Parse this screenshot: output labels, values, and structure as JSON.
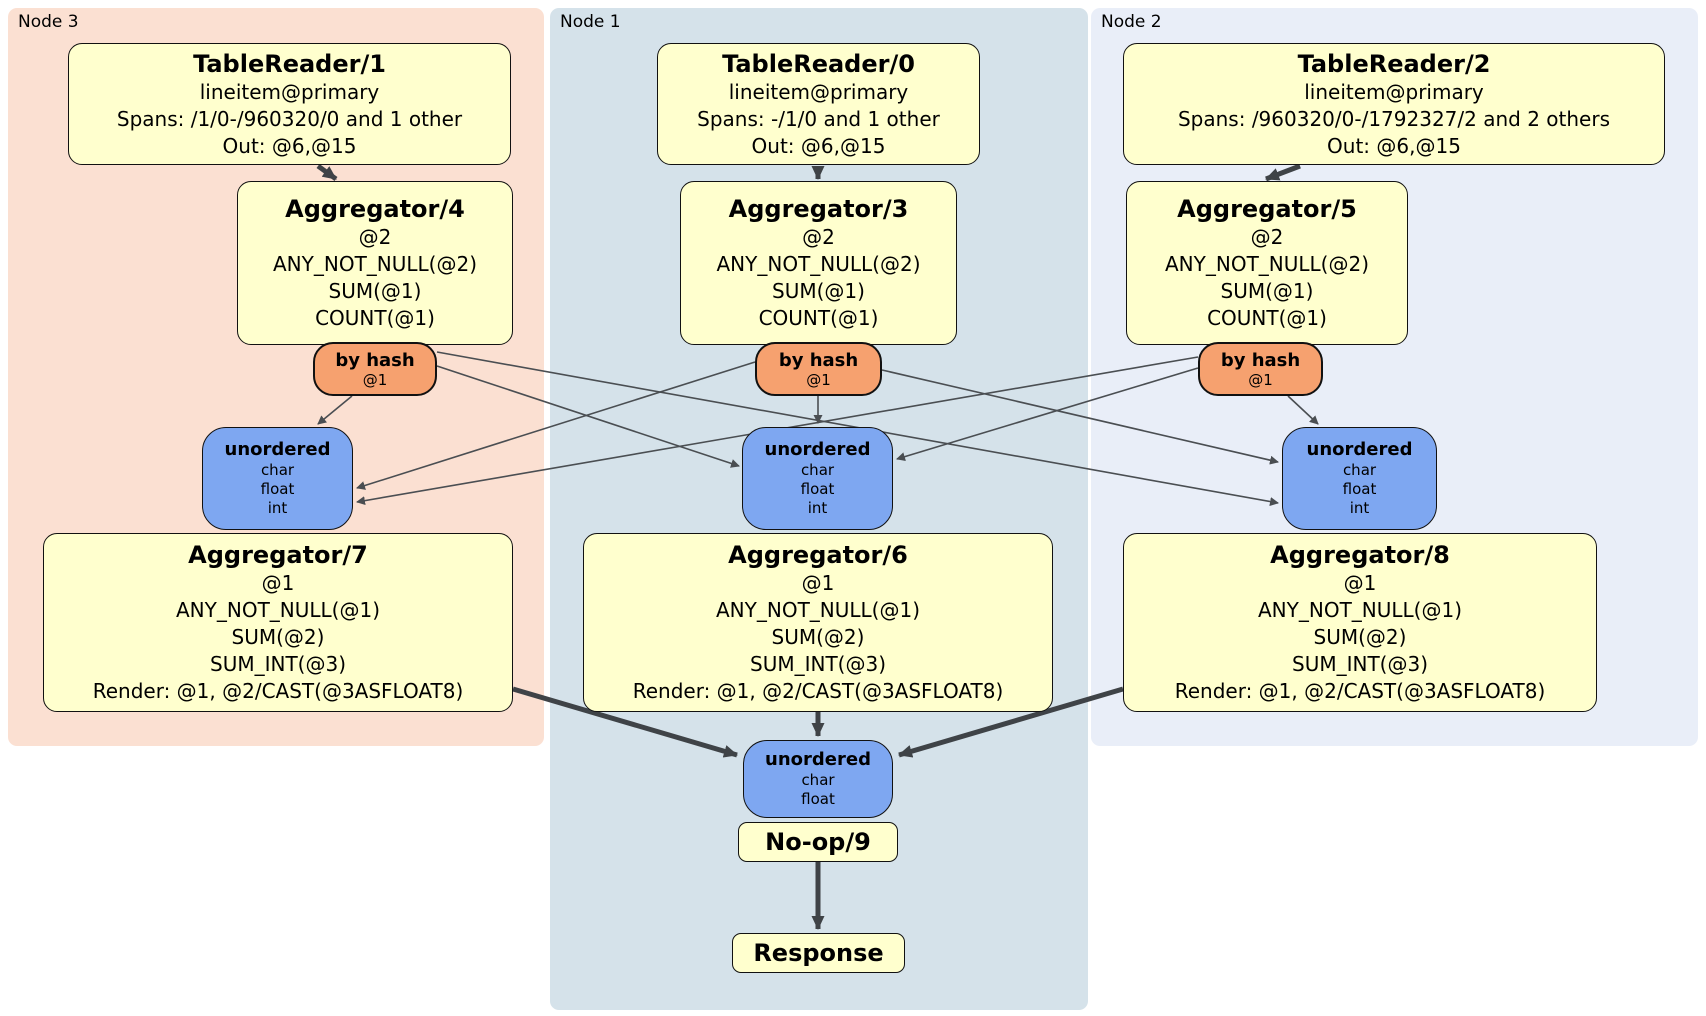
{
  "groups": [
    {
      "label": "Node 3",
      "tablereader": {
        "title": "TableReader/1",
        "index": "lineitem@primary",
        "spans": "Spans: /1/0-/960320/0 and 1 other",
        "out": "Out: @6,@15"
      },
      "agg_first": {
        "title": "Aggregator/4",
        "group": "@2",
        "fn1": "ANY_NOT_NULL(@2)",
        "fn2": "SUM(@1)",
        "fn3": "COUNT(@1)"
      },
      "router": {
        "title": "by hash",
        "col": "@1"
      },
      "sync": {
        "title": "unordered",
        "s1": "char",
        "s2": "float",
        "s3": "int"
      },
      "agg_final": {
        "title": "Aggregator/7",
        "group": "@1",
        "fn1": "ANY_NOT_NULL(@1)",
        "fn2": "SUM(@2)",
        "fn3": "SUM_INT(@3)",
        "render": "Render: @1, @2/CAST(@3ASFLOAT8)"
      }
    },
    {
      "label": "Node 1",
      "tablereader": {
        "title": "TableReader/0",
        "index": "lineitem@primary",
        "spans": "Spans: -/1/0 and 1 other",
        "out": "Out: @6,@15"
      },
      "agg_first": {
        "title": "Aggregator/3",
        "group": "@2",
        "fn1": "ANY_NOT_NULL(@2)",
        "fn2": "SUM(@1)",
        "fn3": "COUNT(@1)"
      },
      "router": {
        "title": "by hash",
        "col": "@1"
      },
      "sync": {
        "title": "unordered",
        "s1": "char",
        "s2": "float",
        "s3": "int"
      },
      "agg_final": {
        "title": "Aggregator/6",
        "group": "@1",
        "fn1": "ANY_NOT_NULL(@1)",
        "fn2": "SUM(@2)",
        "fn3": "SUM_INT(@3)",
        "render": "Render: @1, @2/CAST(@3ASFLOAT8)"
      }
    },
    {
      "label": "Node 2",
      "tablereader": {
        "title": "TableReader/2",
        "index": "lineitem@primary",
        "spans": "Spans: /960320/0-/1792327/2 and 2 others",
        "out": "Out: @6,@15"
      },
      "agg_first": {
        "title": "Aggregator/5",
        "group": "@2",
        "fn1": "ANY_NOT_NULL(@2)",
        "fn2": "SUM(@1)",
        "fn3": "COUNT(@1)"
      },
      "router": {
        "title": "by hash",
        "col": "@1"
      },
      "sync": {
        "title": "unordered",
        "s1": "char",
        "s2": "float",
        "s3": "int"
      },
      "agg_final": {
        "title": "Aggregator/8",
        "group": "@1",
        "fn1": "ANY_NOT_NULL(@1)",
        "fn2": "SUM(@2)",
        "fn3": "SUM_INT(@3)",
        "render": "Render: @1, @2/CAST(@3ASFLOAT8)"
      }
    }
  ],
  "final_stage": {
    "sync": {
      "title": "unordered",
      "s1": "char",
      "s2": "float"
    },
    "noop_label": "No-op/9",
    "response_label": "Response"
  },
  "colors": {
    "node3_bg": "#fbe0d2",
    "node1_bg": "#d5e2ea",
    "node2_bg": "#e9eef8",
    "processor_bg": "#ffffce",
    "router_bg": "#f6a16f",
    "sync_bg": "#7ea7f1",
    "edge_thin": "#4a4e52",
    "edge_thick": "#3f4347"
  }
}
